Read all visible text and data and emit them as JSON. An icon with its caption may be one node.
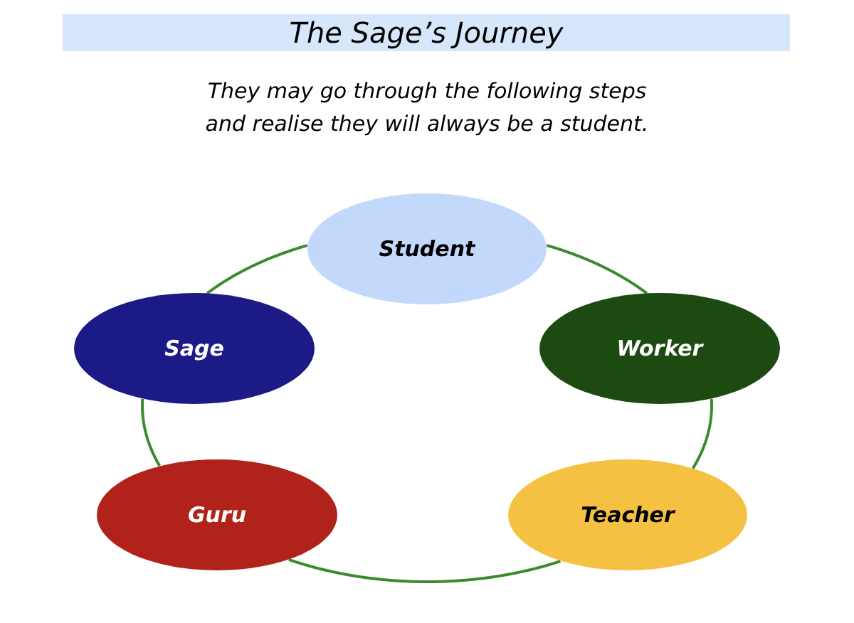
{
  "diagram": {
    "title": "The Sage’s Journey",
    "nodes": [
      {
        "text": [
          "Student"
        ]
      },
      {
        "text": [
          "Sage"
        ]
      },
      {
        "text": [
          "Worker"
        ]
      },
      {
        "text": [
          "Guru"
        ]
      },
      {
        "text": [
          "Teacher"
        ]
      }
    ],
    "edges": [
      {
        "from": 0,
        "to": 2,
        "arrow": "none"
      },
      {
        "from": 2,
        "to": 4,
        "arrow": "none"
      },
      {
        "from": 4,
        "to": 3,
        "arrow": "none"
      },
      {
        "from": 3,
        "to": 1,
        "arrow": "none"
      },
      {
        "from": 1,
        "to": 0,
        "arrow": "none"
      }
    ],
    "labels": [
      "They may go through the following steps and realise they will always be a student."
    ]
  }
}
